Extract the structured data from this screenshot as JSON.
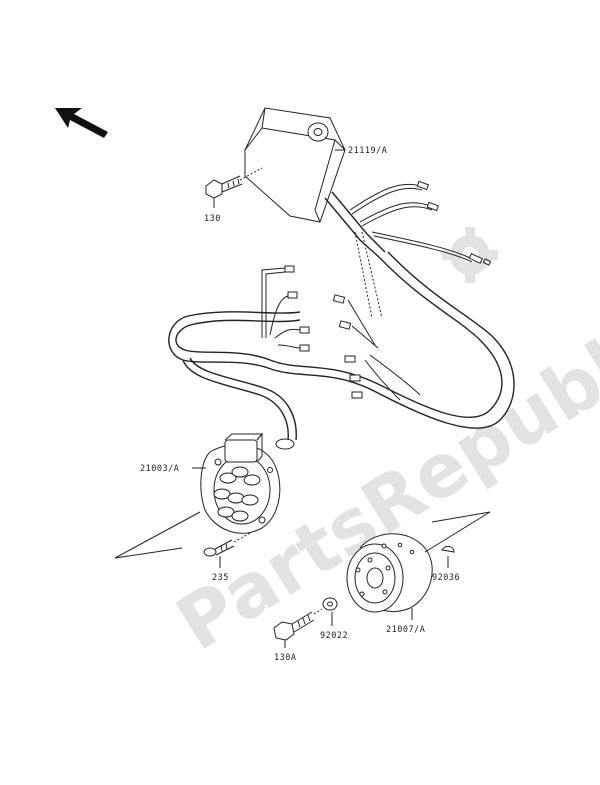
{
  "watermark": "PartsRepublik",
  "labels": {
    "cdi_unit": "21119/A",
    "bolt_cdi": "130",
    "stator": "21003/A",
    "screw_stator": "235",
    "flywheel": "21007/A",
    "key": "92036",
    "washer": "92022",
    "bolt_flywheel": "130A"
  },
  "colors": {
    "line": "#222222",
    "watermark": "#e2e2e2"
  }
}
